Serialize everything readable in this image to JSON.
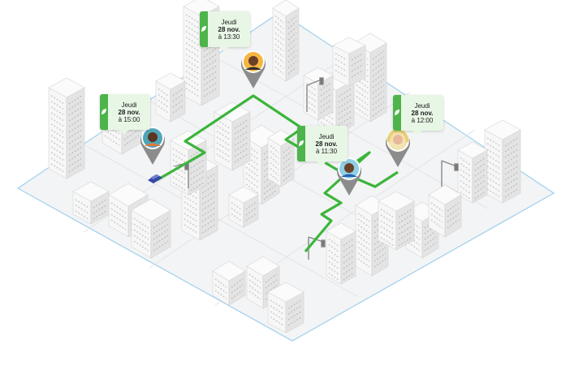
{
  "palette": {
    "route": "#3bb53b",
    "ground": "#f3f4f5",
    "outline": "#9fd0ee",
    "building_light": "#f7f7f7",
    "building_mid": "#e4e4e4",
    "building_dark": "#cfcfcf",
    "callout_bg": "#e8f6e6",
    "callout_tab": "#4cb44a"
  },
  "deliveries": [
    {
      "day": "Jeudi",
      "date": "28 nov.",
      "time": "à 13:30",
      "avatar": "avatar-man-dark"
    },
    {
      "day": "Jeudi",
      "date": "28 nov.",
      "time": "à 15:00",
      "avatar": "avatar-man-bearded"
    },
    {
      "day": "Jeudi",
      "date": "28 nov.",
      "time": "à 11:30",
      "avatar": "avatar-woman-dark"
    },
    {
      "day": "Jeudi",
      "date": "28 nov.",
      "time": "à 12:00",
      "avatar": "avatar-woman-blonde"
    }
  ],
  "icons": {
    "callout_tab": "leaf-icon",
    "vehicle": "delivery-car-icon"
  }
}
